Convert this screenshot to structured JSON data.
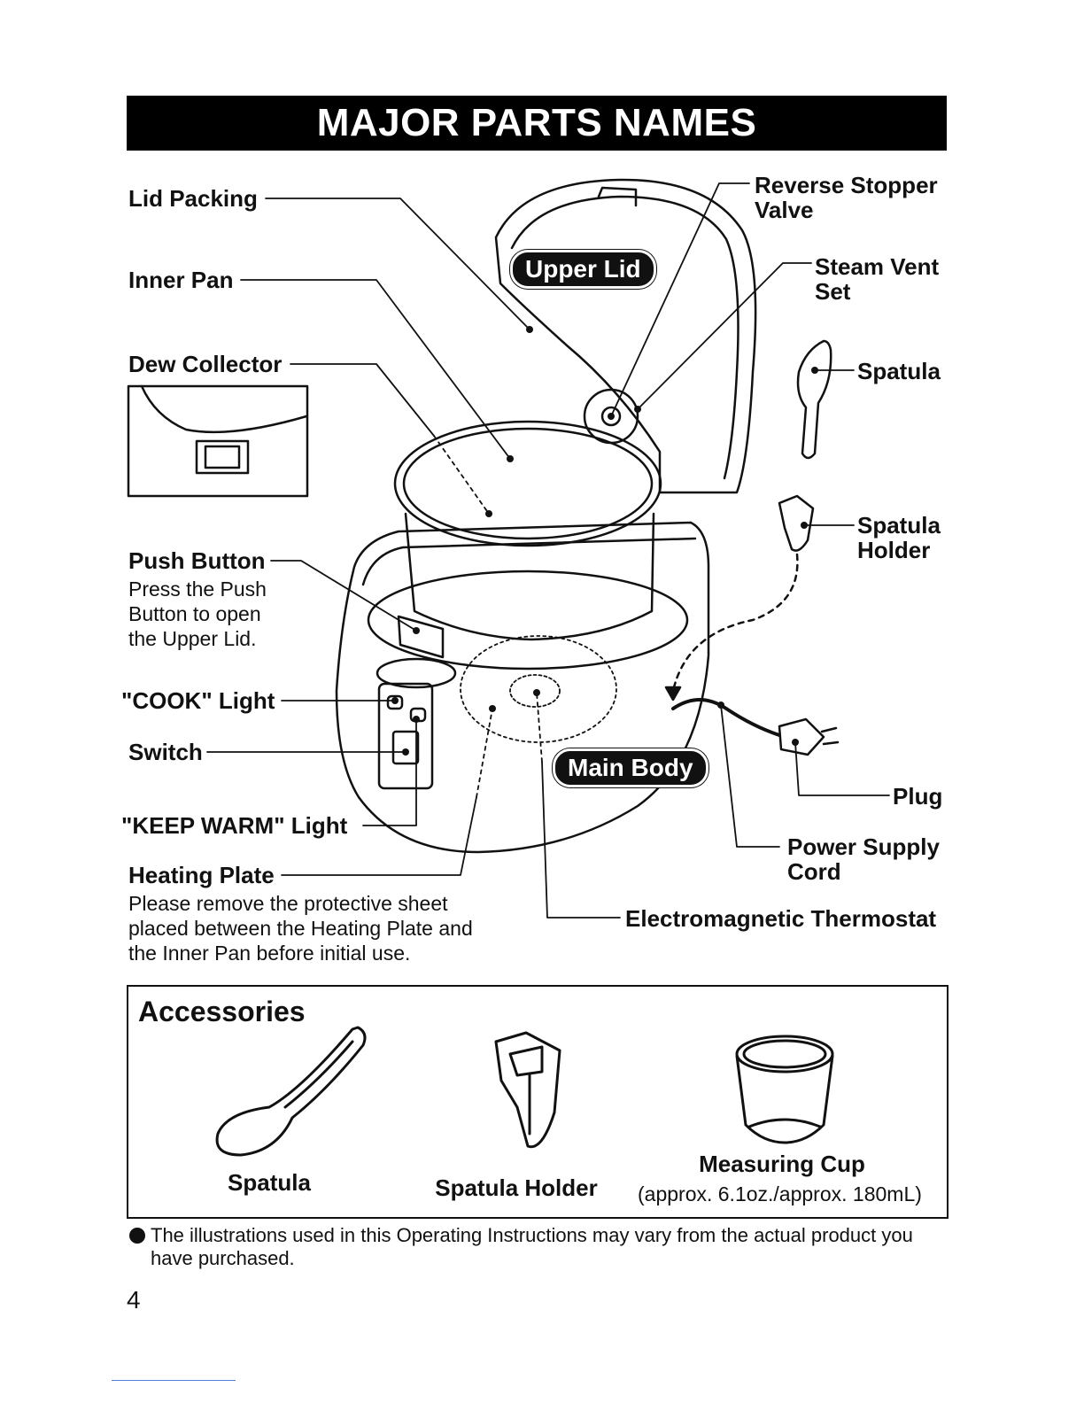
{
  "page": {
    "title": "MAJOR PARTS NAMES",
    "page_number": "4"
  },
  "callouts": {
    "lid_packing": "Lid Packing",
    "inner_pan": "Inner Pan",
    "dew_collector": "Dew Collector",
    "push_button": "Push Button",
    "push_button_desc": [
      "Press the Push",
      "Button to open",
      "the Upper Lid."
    ],
    "cook_light": "\"COOK\" Light",
    "switch": "Switch",
    "keep_warm_light": "\"KEEP WARM\" Light",
    "heating_plate": "Heating Plate",
    "heating_plate_desc": [
      "Please remove the protective sheet",
      "placed between the Heating Plate and",
      "the Inner Pan before initial use."
    ],
    "reverse_stopper_valve": [
      "Reverse Stopper",
      "Valve"
    ],
    "steam_vent_set": [
      "Steam Vent",
      "Set"
    ],
    "spatula": "Spatula",
    "spatula_holder": [
      "Spatula",
      "Holder"
    ],
    "plug": "Plug",
    "power_supply_cord": [
      "Power Supply",
      "Cord"
    ],
    "electromagnetic_thermostat": "Electromagnetic Thermostat",
    "upper_lid": "Upper Lid",
    "main_body": "Main Body"
  },
  "accessories": {
    "title": "Accessories",
    "items": [
      {
        "name": "Spatula",
        "icon": "spatula-icon"
      },
      {
        "name": "Spatula Holder",
        "icon": "spatula-holder-icon"
      },
      {
        "name": "Measuring Cup",
        "note": "(approx. 6.1oz./approx. 180mL)",
        "icon": "measuring-cup-icon"
      }
    ]
  },
  "footnote": [
    "The illustrations used in this Operating Instructions may vary from the actual product you",
    "have purchased."
  ]
}
